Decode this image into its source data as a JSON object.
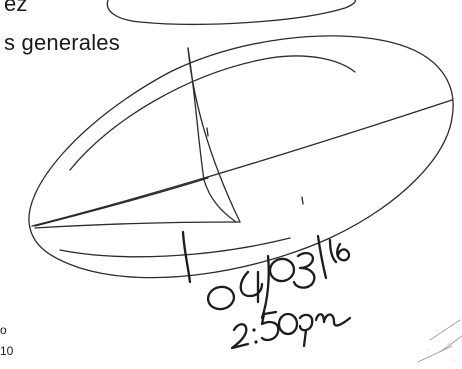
{
  "document": {
    "lines": [
      "ez",
      "s generales"
    ],
    "margin_stub_1": "o",
    "margin_stub_2": "10"
  },
  "handwriting": {
    "date": "04/03/16",
    "time": "2:50pm"
  },
  "colors": {
    "paper": "#ffffff",
    "print": "#1a1a1a",
    "pen": "#2b2b2b"
  }
}
